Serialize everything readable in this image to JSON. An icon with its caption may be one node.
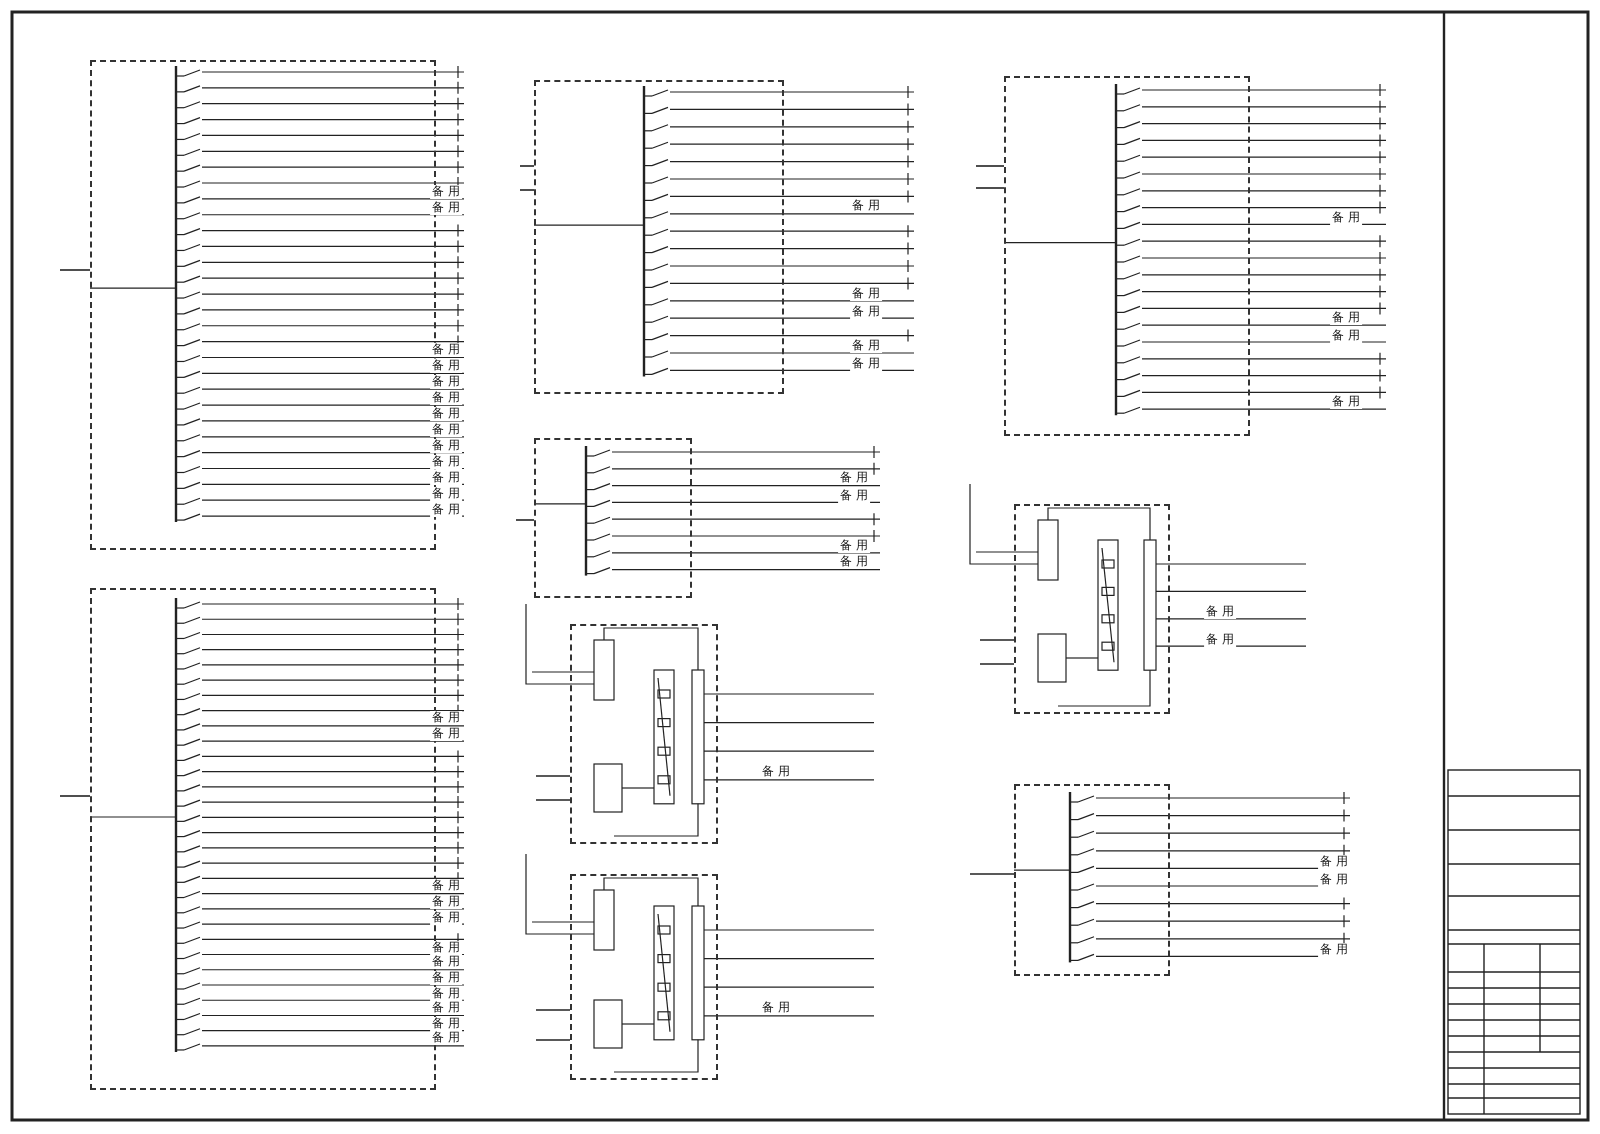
{
  "diagram": {
    "nodes": [
      {
        "text": [],
        "shape": "box"
      },
      {
        "text": [],
        "shape": "box"
      },
      {
        "text": [],
        "shape": "box"
      },
      {
        "text": [],
        "shape": "box"
      },
      {
        "text": [],
        "shape": "box"
      },
      {
        "text": [],
        "shape": "box"
      },
      {
        "text": [],
        "shape": "box"
      },
      {
        "text": [],
        "shape": "box"
      },
      {
        "text": [],
        "shape": "box"
      }
    ],
    "edges": [
      {
        "from": null,
        "to": 0,
        "arrow": "none"
      },
      {
        "from": null,
        "to": 1,
        "arrow": "none"
      },
      {
        "from": null,
        "to": 2,
        "arrow": "none"
      },
      {
        "from": null,
        "to": 2,
        "arrow": "none"
      },
      {
        "from": null,
        "to": 3,
        "arrow": "none"
      },
      {
        "from": null,
        "to": 3,
        "arrow": "none"
      },
      {
        "from": null,
        "to": 4,
        "arrow": "none"
      },
      {
        "from": null,
        "to": 5,
        "arrow": "none"
      },
      {
        "from": null,
        "to": 5,
        "arrow": "none"
      },
      {
        "from": null,
        "to": 6,
        "arrow": "none"
      },
      {
        "from": null,
        "to": 6,
        "arrow": "none"
      },
      {
        "from": null,
        "to": 7,
        "arrow": "none"
      },
      {
        "from": null,
        "to": 7,
        "arrow": "none"
      },
      {
        "from": null,
        "to": 8,
        "arrow": "none"
      }
    ],
    "labels": [
      "备 用",
      "备 用",
      "备 用",
      "备 用",
      "备 用",
      "备 用",
      "备 用",
      "备 用",
      "备 用",
      "备 用",
      "备 用",
      "备 用",
      "备 用",
      "备 用",
      "备 用",
      "备 用",
      "备 用",
      "备 用",
      "备 用",
      "备 用",
      "备 用",
      "备 用",
      "备 用",
      "备 用",
      "备 用",
      "备 用",
      "备 用",
      "备 用",
      "备 用",
      "备 用",
      "备 用",
      "备 用",
      "备 用",
      "备 用",
      "备 用",
      "备 用",
      "备 用",
      "备 用",
      "备 用",
      "备 用",
      "备 用",
      "备 用",
      "备 用",
      "备 用",
      "备 用"
    ]
  }
}
